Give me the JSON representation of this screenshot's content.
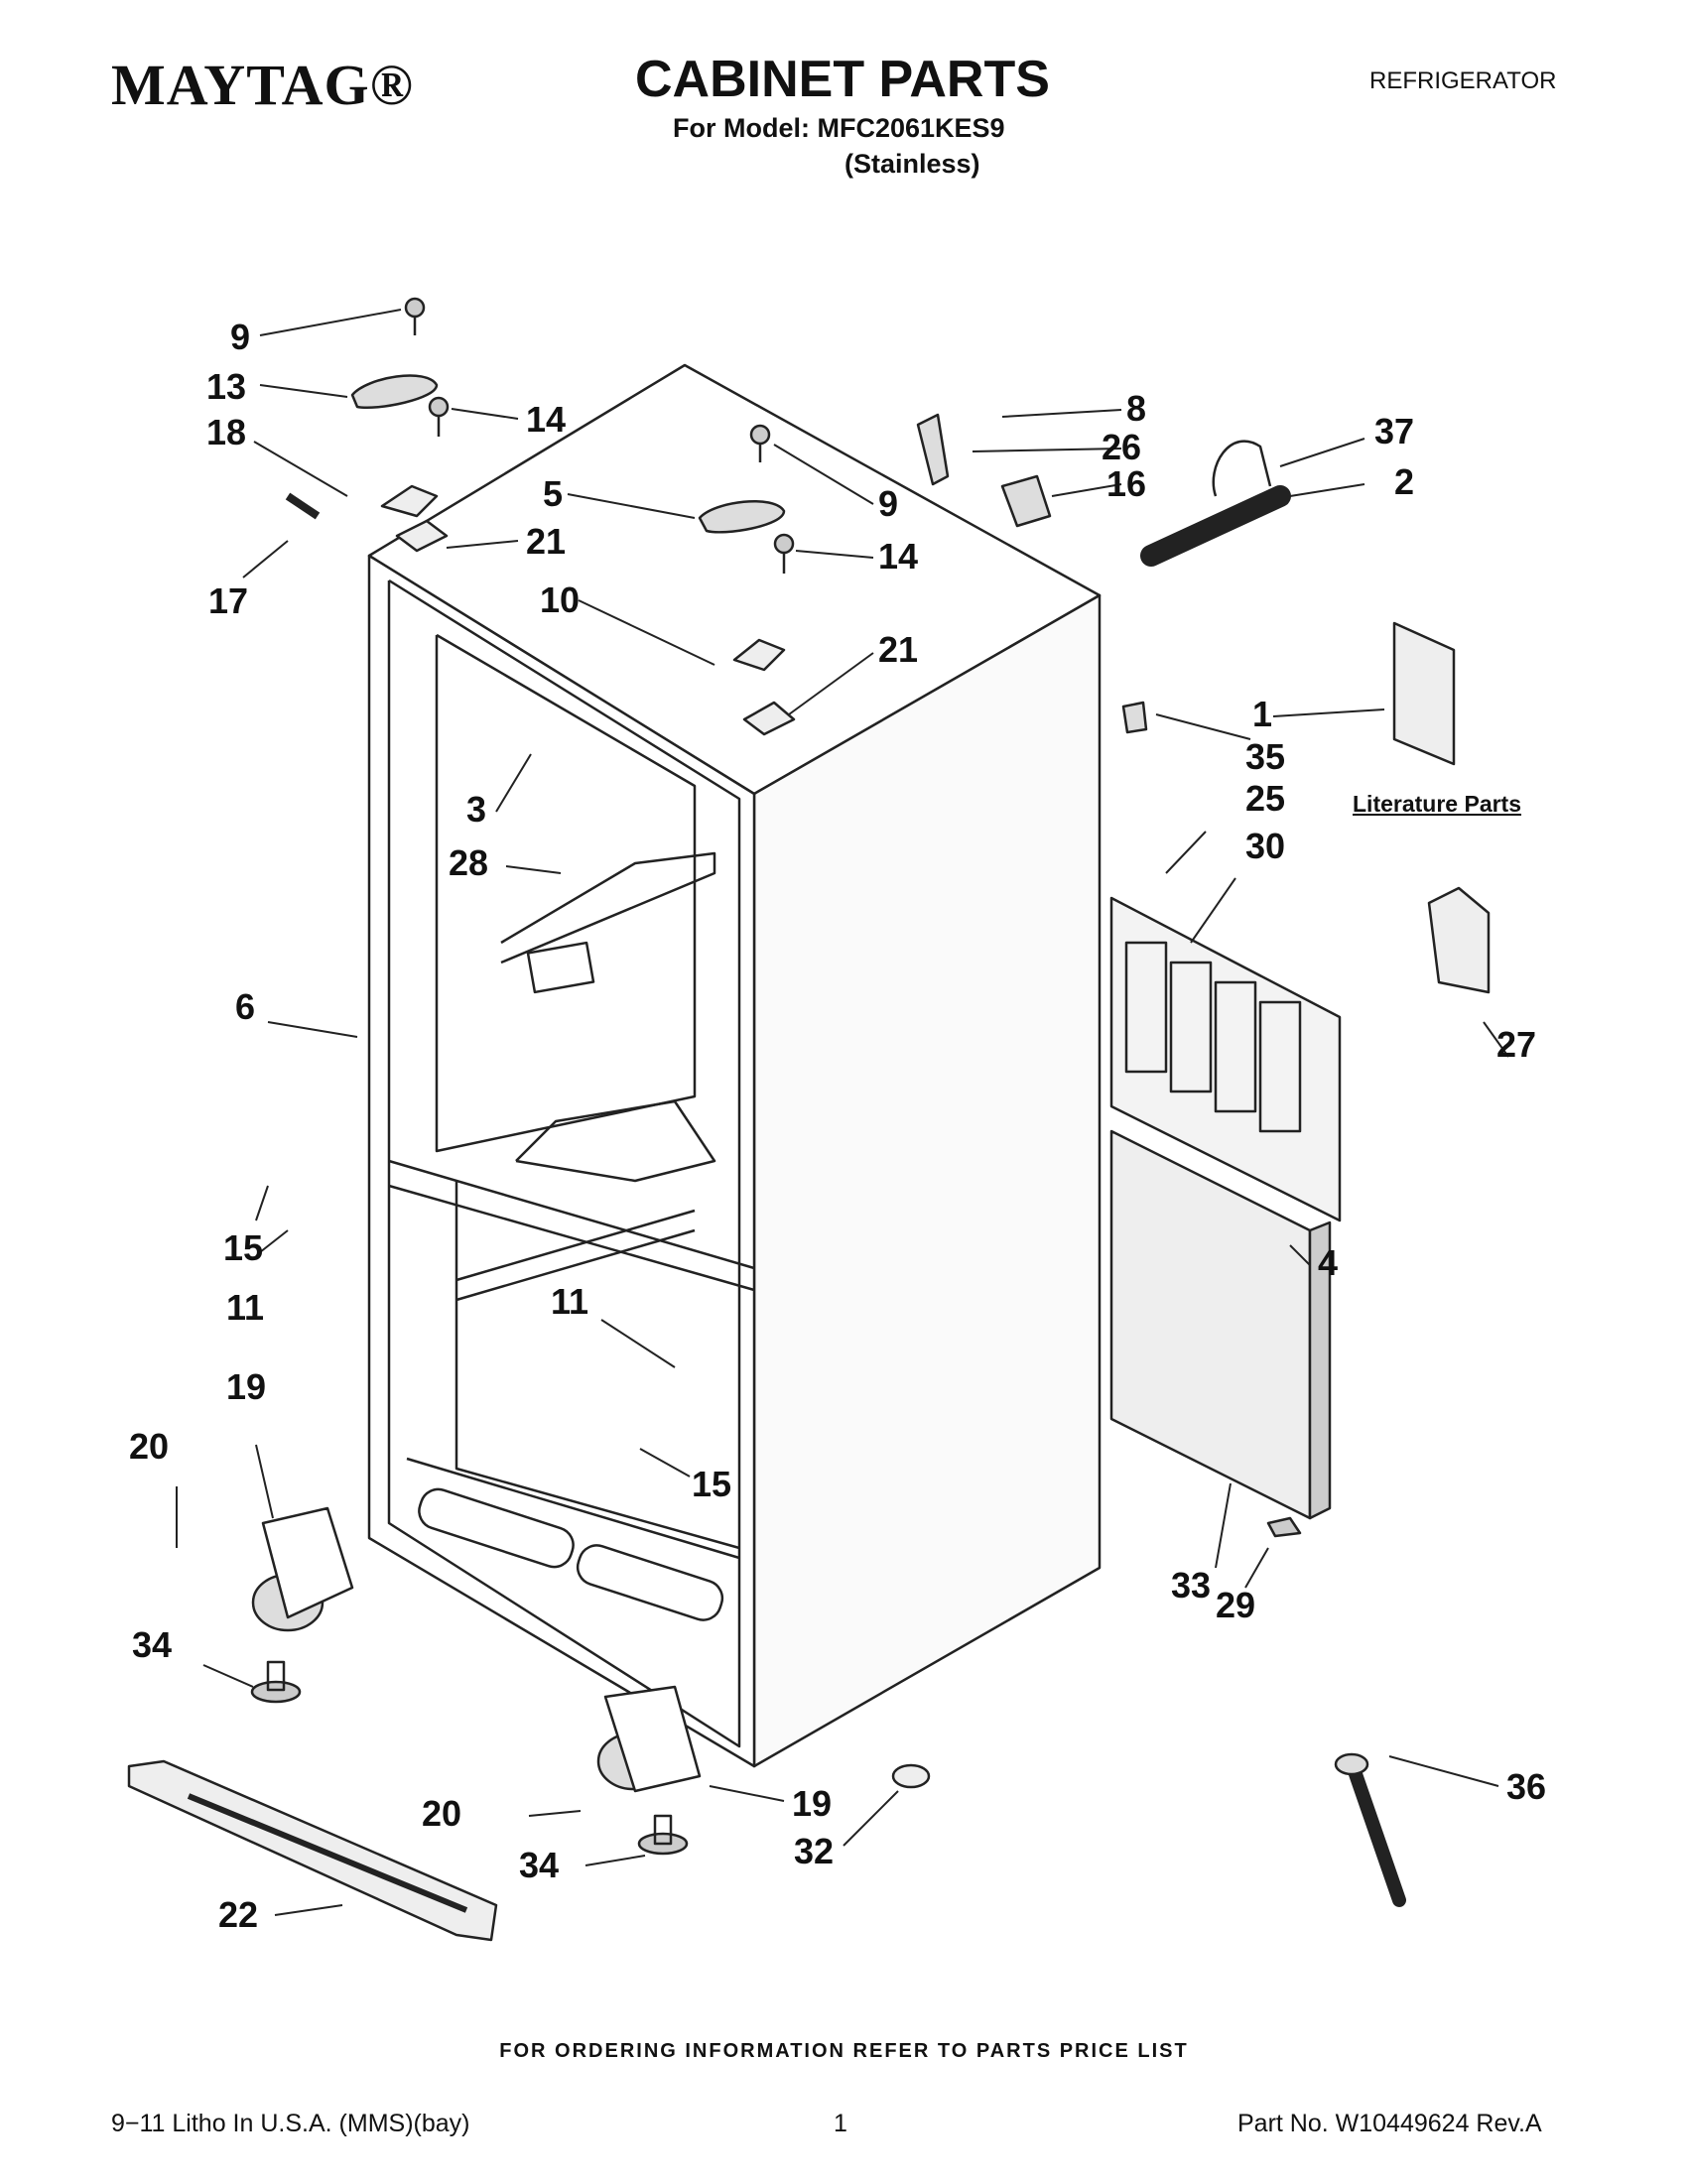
{
  "header": {
    "brand": "MAYTAG®",
    "title": "CABINET PARTS",
    "category": "REFRIGERATOR",
    "model_line": "For Model: MFC2061KES9",
    "variant": "(Stainless)"
  },
  "callouts": [
    "9",
    "13",
    "18",
    "17",
    "14",
    "21",
    "5",
    "9",
    "14",
    "10",
    "21",
    "8",
    "26",
    "16",
    "37",
    "2",
    "1",
    "35",
    "25",
    "30",
    "27",
    "3",
    "28",
    "6",
    "15",
    "11",
    "11",
    "15",
    "4",
    "19",
    "20",
    "34",
    "33",
    "29",
    "20",
    "19",
    "34",
    "32",
    "22",
    "36"
  ],
  "literature_label": "Literature Parts",
  "footer": {
    "order_note": "FOR ORDERING INFORMATION REFER TO PARTS PRICE LIST",
    "litho": "9−11 Litho In U.S.A. (MMS)(bay)",
    "page": "1",
    "part_no": "Part No. W10449624 Rev.A"
  }
}
